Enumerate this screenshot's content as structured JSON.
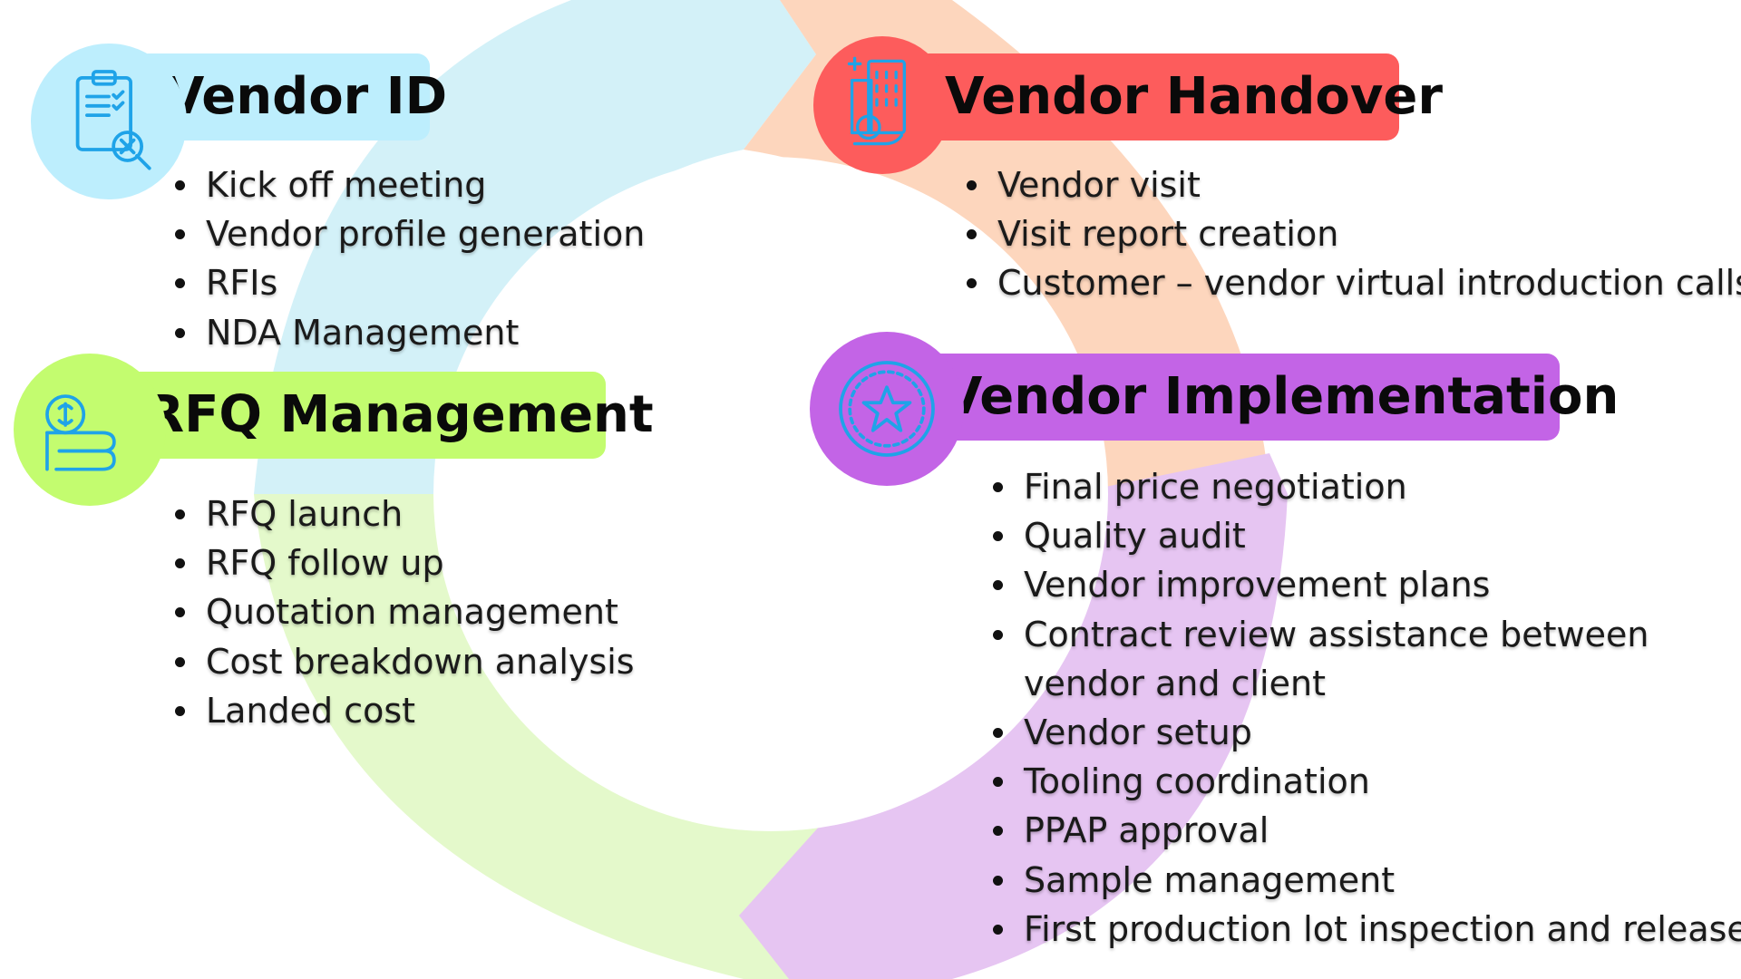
{
  "colors": {
    "vendor_id": "#bdeefd",
    "vendor_handover": "#fd5c5c",
    "rfq_management": "#c3fc6f",
    "vendor_implementation": "#c364e6",
    "ring_blue": "#d3f1f8",
    "ring_orange": "#fdd6bd",
    "ring_green": "#e4f9cb",
    "ring_purple": "#e6c5f2",
    "icon_line": "#1fa3e8"
  },
  "stages": {
    "vendor_id": {
      "title": "Vendor ID",
      "icon": "clipboard-search-icon",
      "items": [
        "Kick off meeting",
        "Vendor profile generation",
        "RFIs",
        "NDA Management"
      ]
    },
    "vendor_handover": {
      "title": "Vendor Handover",
      "icon": "building-hand-icon",
      "items": [
        "Vendor visit",
        "Visit report creation",
        "Customer – vendor virtual introduction calls"
      ]
    },
    "rfq_management": {
      "title": "RFQ Management",
      "icon": "coin-hand-icon",
      "items": [
        "RFQ launch",
        "RFQ follow up",
        "Quotation management",
        "Cost breakdown analysis",
        "Landed cost"
      ]
    },
    "vendor_implementation": {
      "title": "Vendor Implementation",
      "icon": "star-badge-icon",
      "items": [
        "Final price negotiation",
        "Quality audit",
        "Vendor improvement plans",
        "Contract review assistance between",
        "vendor and client",
        "Vendor setup",
        "Tooling coordination",
        "PPAP approval",
        "Sample management",
        "First production lot inspection and release"
      ]
    }
  }
}
